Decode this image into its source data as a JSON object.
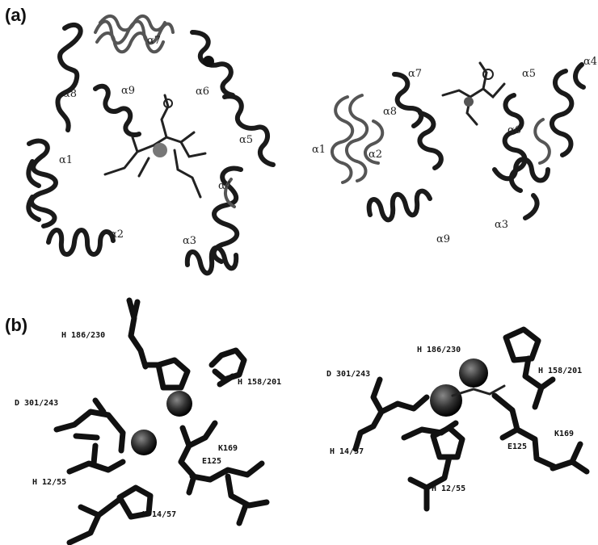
{
  "panels": {
    "a": {
      "label": "(a)",
      "left_view_helices": [
        "α7",
        "α8",
        "α9",
        "α6",
        "α5",
        "α1",
        "α4",
        "α2",
        "α3"
      ],
      "right_view_helices": [
        "α7",
        "α5",
        "α4",
        "α8",
        "α6",
        "α1",
        "α2",
        "α3",
        "α9"
      ]
    },
    "b": {
      "label": "(b)",
      "left_view_residues": [
        "H 186/230",
        "H 158/201",
        "D 301/243",
        "K169",
        "E125",
        "H 12/55",
        "H 14/57"
      ],
      "right_view_residues": [
        "H 186/230",
        "D 301/243",
        "H 158/201",
        "K169",
        "E125",
        "H 14/57",
        "H 12/55"
      ]
    }
  }
}
